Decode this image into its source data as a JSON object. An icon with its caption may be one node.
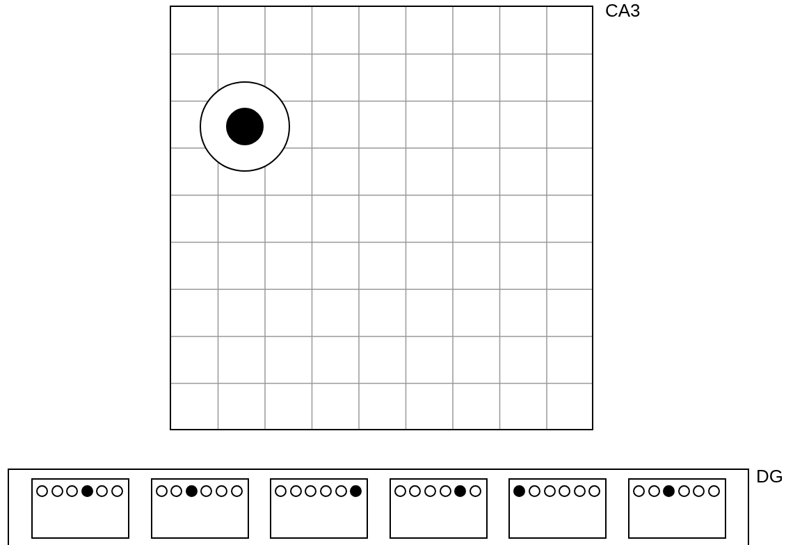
{
  "diagram": {
    "nodes": [
      {
        "text": [
          "CA3"
        ]
      },
      {
        "text": [],
        "shape": "circle",
        "in": 0
      },
      {
        "text": [],
        "shape": "dot",
        "in": 1
      },
      {
        "text": [
          "DG"
        ]
      },
      {
        "text": [],
        "shape": "box",
        "in": 3
      },
      {
        "text": [],
        "shape": "circle",
        "in": 4
      },
      {
        "text": [],
        "shape": "circle",
        "in": 4
      },
      {
        "text": [],
        "shape": "circle",
        "in": 4
      },
      {
        "text": [],
        "shape": "dot",
        "in": 4
      },
      {
        "text": [],
        "shape": "circle",
        "in": 4
      },
      {
        "text": [],
        "shape": "circle",
        "in": 4
      },
      {
        "text": [],
        "shape": "box",
        "in": 3
      },
      {
        "text": [],
        "shape": "circle",
        "in": 11
      },
      {
        "text": [],
        "shape": "circle",
        "in": 11
      },
      {
        "text": [],
        "shape": "dot",
        "in": 11
      },
      {
        "text": [],
        "shape": "circle",
        "in": 11
      },
      {
        "text": [],
        "shape": "circle",
        "in": 11
      },
      {
        "text": [],
        "shape": "circle",
        "in": 11
      },
      {
        "text": [],
        "shape": "box",
        "in": 3
      },
      {
        "text": [],
        "shape": "circle",
        "in": 18
      },
      {
        "text": [],
        "shape": "circle",
        "in": 18
      },
      {
        "text": [],
        "shape": "circle",
        "in": 18
      },
      {
        "text": [],
        "shape": "circle",
        "in": 18
      },
      {
        "text": [],
        "shape": "circle",
        "in": 18
      },
      {
        "text": [],
        "shape": "dot",
        "in": 18
      },
      {
        "text": [],
        "shape": "box",
        "in": 3
      },
      {
        "text": [],
        "shape": "circle",
        "in": 25
      },
      {
        "text": [],
        "shape": "circle",
        "in": 25
      },
      {
        "text": [],
        "shape": "circle",
        "in": 25
      },
      {
        "text": [],
        "shape": "circle",
        "in": 25
      },
      {
        "text": [],
        "shape": "dot",
        "in": 25
      },
      {
        "text": [],
        "shape": "circle",
        "in": 25
      },
      {
        "text": [],
        "shape": "box",
        "in": 3
      },
      {
        "text": [],
        "shape": "dot",
        "in": 32
      },
      {
        "text": [],
        "shape": "circle",
        "in": 32
      },
      {
        "text": [],
        "shape": "circle",
        "in": 32
      },
      {
        "text": [],
        "shape": "circle",
        "in": 32
      },
      {
        "text": [],
        "shape": "circle",
        "in": 32
      },
      {
        "text": [],
        "shape": "circle",
        "in": 32
      },
      {
        "text": [],
        "shape": "box",
        "in": 3
      },
      {
        "text": [],
        "shape": "circle",
        "in": 39
      },
      {
        "text": [],
        "shape": "circle",
        "in": 39
      },
      {
        "text": [],
        "shape": "dot",
        "in": 39
      },
      {
        "text": [],
        "shape": "circle",
        "in": 39
      },
      {
        "text": [],
        "shape": "circle",
        "in": 39
      },
      {
        "text": [],
        "shape": "circle",
        "in": 39
      }
    ]
  }
}
